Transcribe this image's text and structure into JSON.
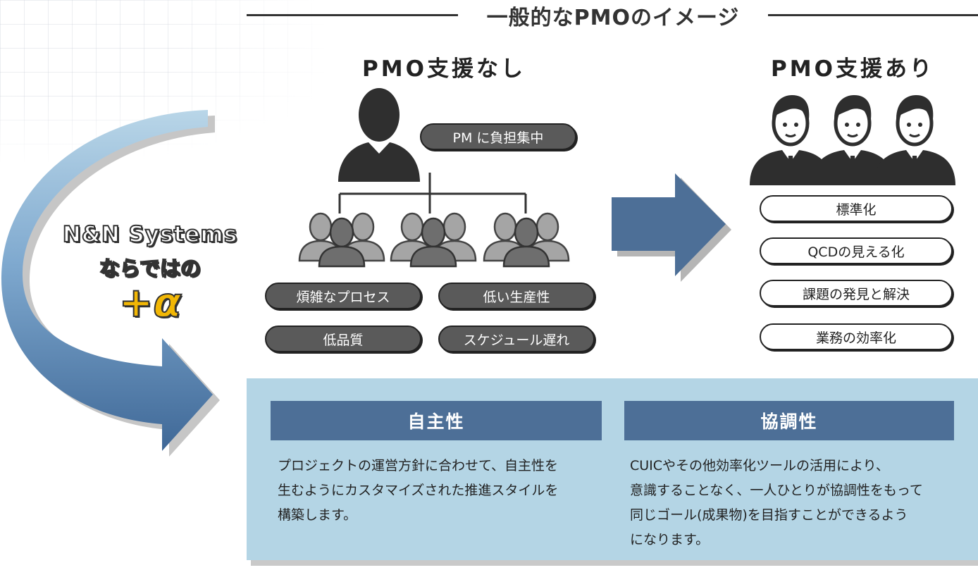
{
  "title": "一般的なPMOのイメージ",
  "without_pmo": {
    "heading": "PMO支援なし",
    "badge": "PM に負担集中",
    "issues": [
      "煩雑なプロセス",
      "低い生産性",
      "低品質",
      "スケジュール遅れ"
    ]
  },
  "with_pmo": {
    "heading": "PMO支援あり",
    "benefits": [
      "標準化",
      "QCDの見える化",
      "課題の発見と解決",
      "業務の効率化"
    ]
  },
  "alpha": {
    "line1": "N&N Systems",
    "line2": "ならではの",
    "line3": "+α"
  },
  "features": [
    {
      "title": "自主性",
      "lines": [
        "プロジェクトの運営方針に合わせて、自主性を",
        "生むようにカスタマイズされた推進スタイルを",
        "構築します。"
      ]
    },
    {
      "title": "協調性",
      "lines": [
        "CUICやその他効率化ツールの活用により、",
        "意識することなく、一人ひとりが協調性をもって",
        "同じゴール(成果物)を目指すことができるよう",
        "になります。"
      ]
    }
  ],
  "colors": {
    "panel_bg": "#b4d5e5",
    "panel_head": "#4d6f97",
    "arrow_blue": "#4d6f97",
    "dark_pill": "#5a5a5a",
    "alpha_plus": "#f2b705"
  }
}
